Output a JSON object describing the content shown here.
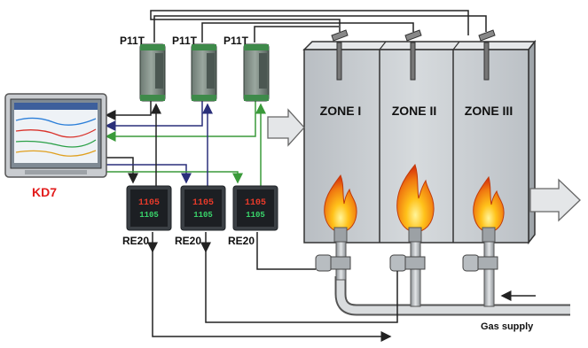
{
  "diagram": {
    "recorder": {
      "label": "KD7"
    },
    "transmitters": [
      {
        "label": "P11T"
      },
      {
        "label": "P11T"
      },
      {
        "label": "P11T"
      }
    ],
    "controllers": [
      {
        "label": "RE20",
        "display_top": "1105",
        "display_bottom": "1105"
      },
      {
        "label": "RE20",
        "display_top": "1105",
        "display_bottom": "1105"
      },
      {
        "label": "RE20",
        "display_top": "1105",
        "display_bottom": "1105"
      }
    ],
    "zones": [
      {
        "label": "ZONE I"
      },
      {
        "label": "ZONE II"
      },
      {
        "label": "ZONE III"
      }
    ],
    "gas_supply": {
      "label": "Gas supply"
    },
    "colors": {
      "black_wire": "#222222",
      "blue_wire": "#2a2f7a",
      "green_wire": "#3a9a3a",
      "furnace": "#c8cdd2",
      "flame": "#f07a10",
      "kd7_label": "#e21b1b"
    }
  }
}
